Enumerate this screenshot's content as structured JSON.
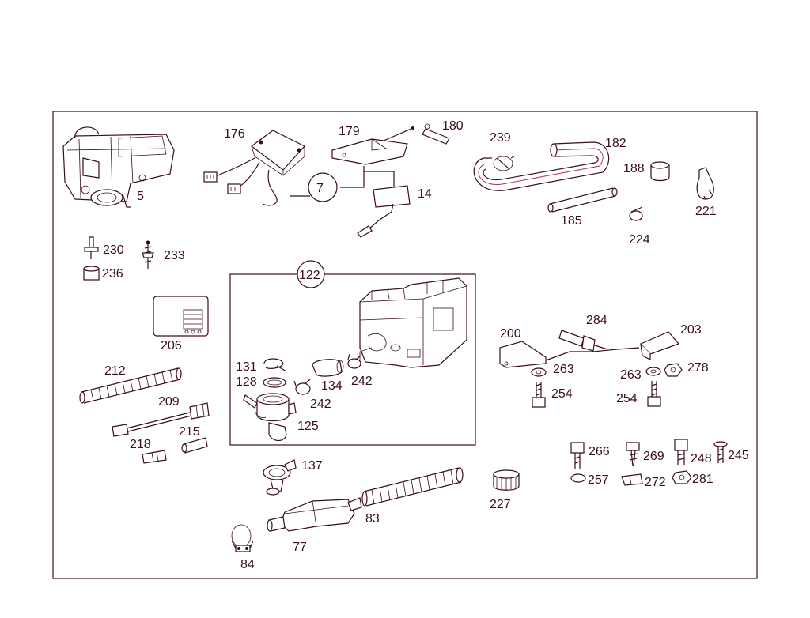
{
  "diagram": {
    "colors": {
      "ink": "#3a0d1a",
      "accent": "#b0305a",
      "background": "#ffffff"
    },
    "callouts": [
      "7",
      "122"
    ],
    "labels": {
      "p5": "5",
      "p176": "176",
      "p179": "179",
      "p180": "180",
      "p14": "14",
      "p239": "239",
      "p182": "182",
      "p188": "188",
      "p185": "185",
      "p224": "224",
      "p221": "221",
      "p230": "230",
      "p233": "233",
      "p236": "236",
      "p206": "206",
      "p131": "131",
      "p128": "128",
      "p134": "134",
      "p242a": "242",
      "p242b": "242",
      "p125": "125",
      "p212": "212",
      "p209": "209",
      "p215": "215",
      "p218": "218",
      "p200": "200",
      "p284": "284",
      "p203": "203",
      "p263a": "263",
      "p263b": "263",
      "p278": "278",
      "p254a": "254",
      "p254b": "254",
      "p266": "266",
      "p269": "269",
      "p248": "248",
      "p245": "245",
      "p257": "257",
      "p272": "272",
      "p281": "281",
      "p137": "137",
      "p83": "83",
      "p227": "227",
      "p77": "77",
      "p84": "84"
    }
  }
}
